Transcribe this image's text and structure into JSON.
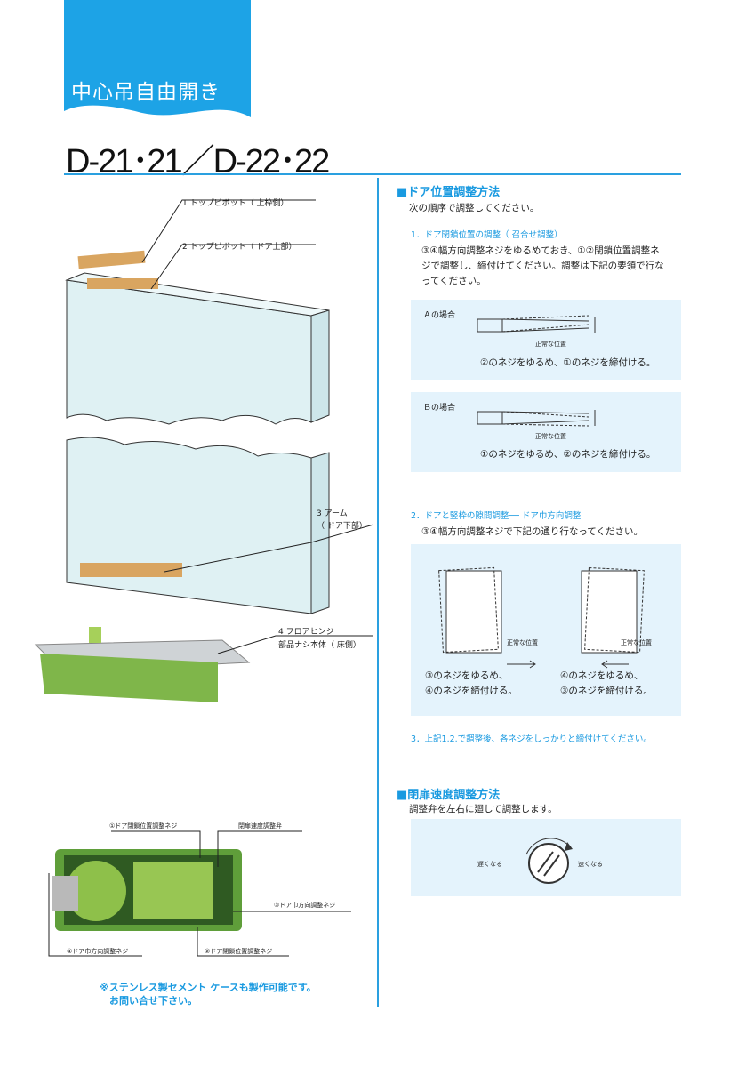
{
  "header": {
    "category": "中心吊自由開き",
    "model": "D-21･21／D-22･22"
  },
  "left": {
    "labels": [
      "1 トップピボット（ 上枠側）",
      "2 トップピボット（ ドア上部）",
      "3 アーム",
      "（ ドア下部）",
      "4 フロアヒンジ",
      "部品ナシ本体（ 床側）"
    ],
    "body_labels": {
      "l1": "①ドア閉鎖位置調整ネジ",
      "speed": "閉扉速度調整弁",
      "l3": "③ドア巾方向調整ネジ",
      "l4": "④ドア巾方向調整ネジ",
      "l2": "②ドア閉鎖位置調整ネジ"
    },
    "note": [
      "※ステンレス製セメント ケースも製作可能です。",
      "お問い合せ下さい。"
    ]
  },
  "right": {
    "section1_title": "■ドア位置調整方法",
    "intro": "次の順序で調整してください。",
    "step1_title": "1．ドア閉鎖位置の調整（ 召合せ調整）",
    "step1_text": [
      "③④幅方向調整ネジをゆるめておき、①②閉鎖位置調整ネ",
      "ジで調整し、締付けてください。調整は下記の要領で行な",
      "ってください。"
    ],
    "caseA": {
      "label": "Ａの場合",
      "normal": "正常な位置",
      "text": "②のネジをゆるめ、①のネジを締付ける。"
    },
    "caseB": {
      "label": "Ｂの場合",
      "normal": "正常な位置",
      "text": "①のネジをゆるめ、②のネジを締付ける。"
    },
    "step2_title": "2．ドアと竪枠の隙間調整── ドア巾方向調整",
    "step2_text": "③④幅方向調整ネジで下記の通り行なってください。",
    "step2_left": {
      "normal": "正常な位置",
      "text": [
        "③のネジをゆるめ、",
        "④のネジを締付ける。"
      ]
    },
    "step2_right": {
      "normal": "正常な位置",
      "text": [
        "④のネジをゆるめ、",
        "③のネジを締付ける。"
      ]
    },
    "step3": "3．上記1.2.で調整後、各ネジをしっかりと締付けてください。",
    "section2_title": "■閉扉速度調整方法",
    "section2_text": "調整弁を左右に廻して調整します。",
    "slow": "遅くなる",
    "fast": "速くなる"
  }
}
